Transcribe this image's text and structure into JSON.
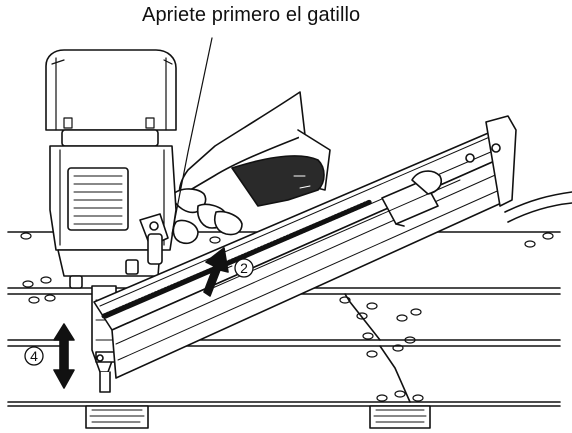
{
  "caption": "Apriete primero el gatillo",
  "steps": {
    "step2": "2",
    "step4": "4"
  },
  "colors": {
    "line": "#111111",
    "background": "#ffffff",
    "shade": "#2a2a2a"
  },
  "icons": {
    "push_arrow": "arrow-up-right-icon",
    "updown_arrow": "double-arrow-vertical-icon"
  }
}
